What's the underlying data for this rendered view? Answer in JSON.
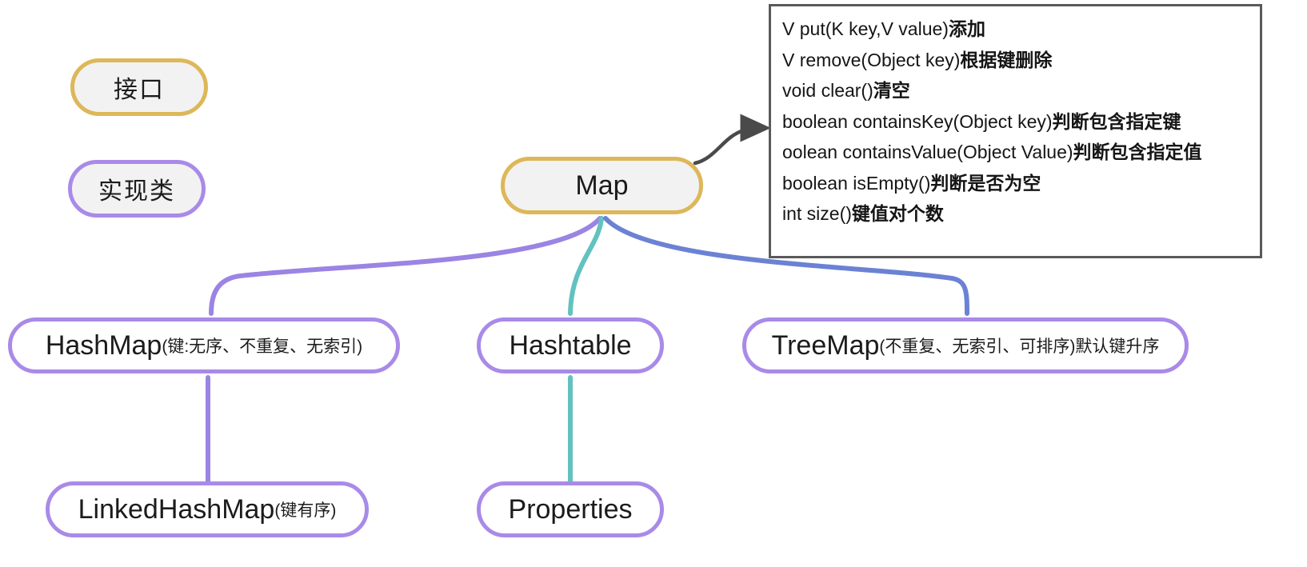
{
  "diagram": {
    "title": "Java Map collection hierarchy",
    "colors": {
      "interface_border": "#ddb759",
      "impl_border": "#a98ae8",
      "edge_purple": "#9b84e3",
      "edge_teal": "#63c2c0",
      "edge_blue": "#6b82d4",
      "arrow_gray": "#4a4a4a",
      "node_fill_gray": "#f2f2f2",
      "node_fill_white": "#ffffff",
      "box_border": "#5a5a5a"
    }
  },
  "legend": {
    "interface_label": "接口",
    "impl_label": "实现类"
  },
  "nodes": {
    "map": {
      "label": "Map",
      "kind": "interface"
    },
    "hashmap": {
      "label": "HashMap",
      "annotation": "(键:无序、不重复、无索引)",
      "kind": "impl"
    },
    "hashtable": {
      "label": "Hashtable",
      "annotation": "",
      "kind": "impl"
    },
    "treemap": {
      "label": "TreeMap",
      "annotation": "(不重复、无索引、可排序)默认键升序",
      "kind": "impl"
    },
    "linkedhashmap": {
      "label": "LinkedHashMap",
      "annotation": "(键有序)",
      "kind": "impl"
    },
    "properties": {
      "label": "Properties",
      "annotation": "",
      "kind": "impl"
    }
  },
  "api_box": {
    "methods": [
      {
        "signature": "V put(K key,V value)",
        "desc": "添加"
      },
      {
        "signature": "V remove(Object key)",
        "desc": "根据键删除"
      },
      {
        "signature": "void clear()",
        "desc": "清空"
      },
      {
        "signature": "boolean containsKey(Object key)",
        "desc": "判断包含指定键"
      },
      {
        "signature": "oolean containsValue(Object Value)",
        "desc": "判断包含指定值"
      },
      {
        "signature": "boolean isEmpty()",
        "desc": "判断是否为空"
      },
      {
        "signature": "int size()",
        "desc": "键值对个数"
      }
    ]
  }
}
